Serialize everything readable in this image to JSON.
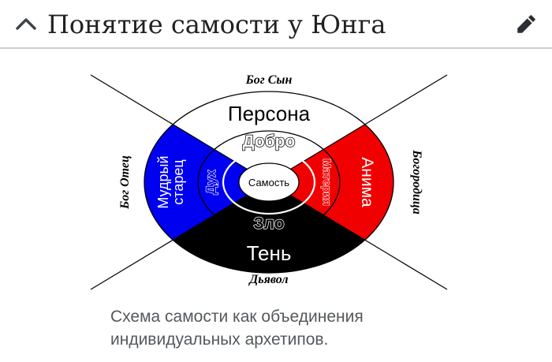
{
  "header": {
    "title": "Понятие самости у Юнга",
    "collapse_icon": "chevron-up",
    "edit_icon": "pencil"
  },
  "diagram": {
    "outer_labels": {
      "top": "Бог Сын",
      "left": "Бог Отец",
      "right": "Богородица",
      "bottom": "Дьявол"
    },
    "sectors": {
      "top": {
        "label": "Персона",
        "fill": "#ffffff",
        "label_color": "#000000"
      },
      "left": {
        "label": "Мудрый старец",
        "line1": "Мудрый",
        "line2": "старец",
        "fill": "#0000f0",
        "label_color": "#ffffff"
      },
      "right": {
        "label": "Анима",
        "fill": "#f00000",
        "label_color": "#ffffff"
      },
      "bottom": {
        "label": "Тень",
        "fill": "#000000",
        "label_color": "#ffffff"
      }
    },
    "ring": {
      "top": {
        "label": "Добро",
        "fill": "#ffffff",
        "outline": "#000000"
      },
      "left": {
        "label": "Дух",
        "fill": "#0000f0",
        "outline": "#ffffff"
      },
      "right": {
        "label": "Материя",
        "fill": "#f00000",
        "outline": "#ffffff"
      },
      "bottom": {
        "label": "Зло",
        "fill": "#000000",
        "outline": "#ffffff"
      }
    },
    "center": {
      "label": "Самость",
      "fill": "#ffffff",
      "outline": "#000000",
      "label_color": "#000000"
    }
  },
  "caption": {
    "text": "Схема самости как объединения индивидуальных архетипов."
  },
  "colors": {
    "title_text": "#202122",
    "caption_text": "#54595d",
    "divider": "#cbcfd3",
    "icon": "#3f4348"
  }
}
